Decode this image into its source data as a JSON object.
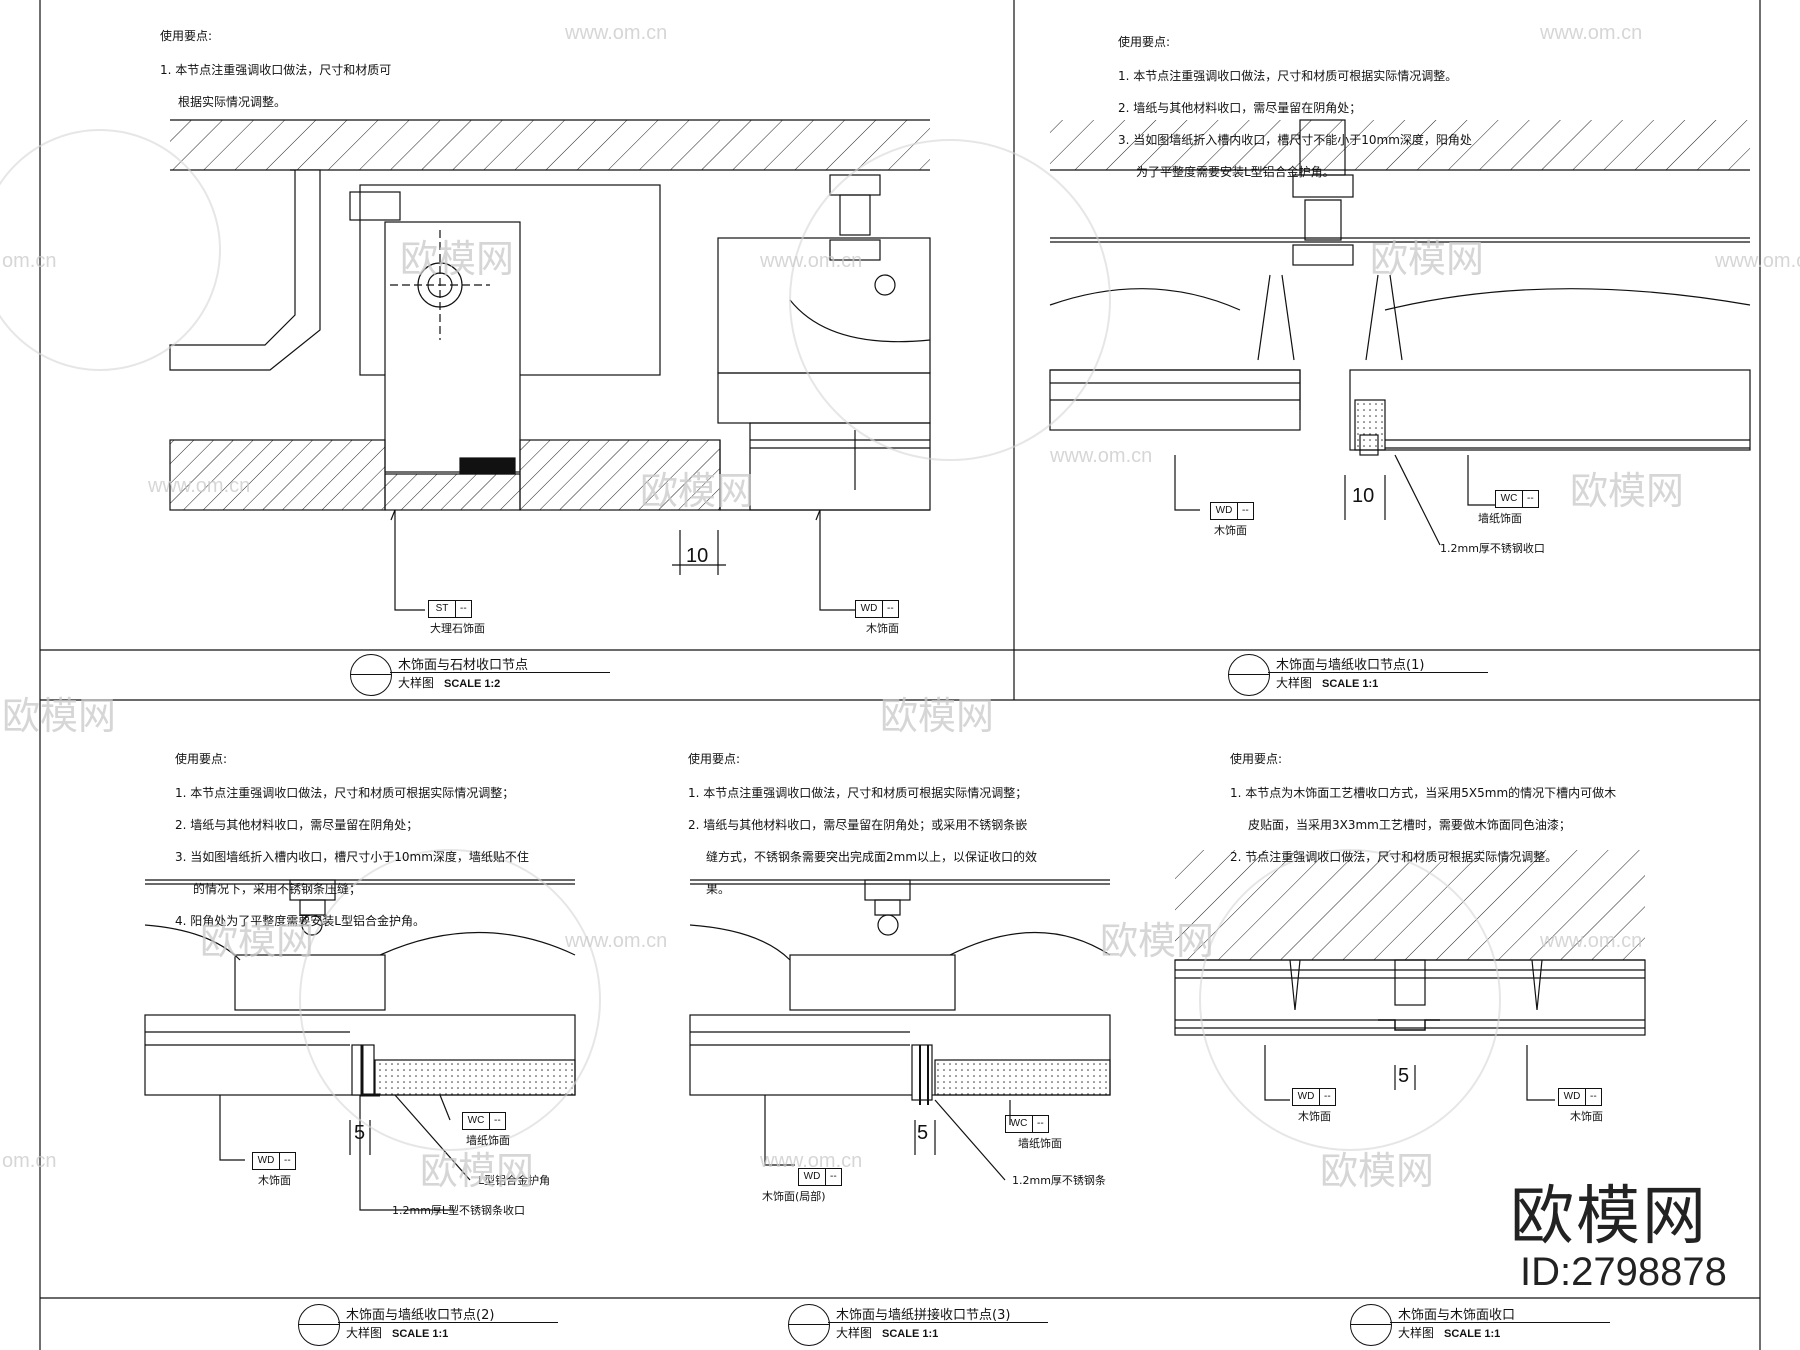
{
  "notes_title": "使用要点:",
  "panels": [
    {
      "notes": [
        "1. 本节点注重强调收口做法，尺寸和材质可",
        "根据实际情况调整。"
      ],
      "title": "木饰面与石材收口节点",
      "subtitle": "大样图",
      "scale": "SCALE  1:2",
      "tags": [
        {
          "code": "ST",
          "val": "--",
          "label": "大理石饰面"
        },
        {
          "code": "WD",
          "val": "--",
          "label": "木饰面"
        }
      ],
      "dims": [
        "10"
      ]
    },
    {
      "notes": [
        "1. 本节点注重强调收口做法，尺寸和材质可根据实际情况调整。",
        "2. 墙纸与其他材料收口，需尽量留在阴角处；",
        "3. 当如图墙纸折入槽内收口，槽尺寸不能小于10mm深度，阳角处",
        "为了平整度需要安装L型铝合金护角。"
      ],
      "title": "木饰面与墙纸收口节点(1)",
      "subtitle": "大样图",
      "scale": "SCALE  1:1",
      "tags": [
        {
          "code": "WD",
          "val": "--",
          "label": "木饰面"
        },
        {
          "code": "WC",
          "val": "--",
          "label": "墙纸饰面"
        }
      ],
      "extra_label": "1.2mm厚不锈钢收口",
      "dims": [
        "10"
      ]
    },
    {
      "notes": [
        "1. 本节点注重强调收口做法，尺寸和材质可根据实际情况调整；",
        "2. 墙纸与其他材料收口，需尽量留在阴角处；",
        "3. 当如图墙纸折入槽内收口，槽尺寸小于10mm深度，墙纸贴不住",
        "的情况下，采用不锈钢条压缝；",
        "4. 阳角处为了平整度需要安装L型铝合金护角。"
      ],
      "title": "木饰面与墙纸收口节点(2)",
      "subtitle": "大样图",
      "scale": "SCALE  1:1",
      "tags": [
        {
          "code": "WD",
          "val": "--",
          "label": "木饰面"
        },
        {
          "code": "WC",
          "val": "--",
          "label": "墙纸饰面"
        }
      ],
      "extra_labels": [
        "L型铝合金护角",
        "1.2mm厚L型不锈钢条收口"
      ],
      "dims": [
        "5"
      ]
    },
    {
      "notes": [
        "1. 本节点注重强调收口做法，尺寸和材质可根据实际情况调整；",
        "2. 墙纸与其他材料收口，需尽量留在阴角处；或采用不锈钢条嵌",
        "缝方式，不锈钢条需要突出完成面2mm以上，以保证收口的效",
        "果。"
      ],
      "title": "木饰面与墙纸拼接收口节点(3)",
      "subtitle": "大样图",
      "scale": "SCALE  1:1",
      "tags": [
        {
          "code": "WD",
          "val": "--",
          "label": "木饰面(局部)"
        },
        {
          "code": "WC",
          "val": "--",
          "label": "墙纸饰面"
        }
      ],
      "extra_label": "1.2mm厚不锈钢条",
      "dims": [
        "5"
      ]
    },
    {
      "notes": [
        "1. 本节点为木饰面工艺槽收口方式，当采用5X5mm的情况下槽内可做木",
        "皮贴面，当采用3X3mm工艺槽时，需要做木饰面同色油漆；",
        "2. 节点注重强调收口做法，尺寸和材质可根据实际情况调整。"
      ],
      "title": "木饰面与木饰面收口",
      "subtitle": "大样图",
      "scale": "SCALE  1:1",
      "tags": [
        {
          "code": "WD",
          "val": "--",
          "label": "木饰面"
        },
        {
          "code": "WD",
          "val": "--",
          "label": "木饰面"
        }
      ],
      "dims": [
        "5"
      ]
    }
  ],
  "watermarks": {
    "site": "www.om.cn",
    "site2": "om.cn",
    "brand_small": "欧模网"
  },
  "brand": {
    "name": "欧模网",
    "id": "ID:2798878"
  }
}
